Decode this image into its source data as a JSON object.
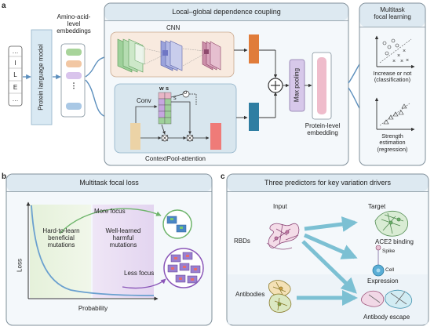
{
  "panels": {
    "a": {
      "label": "a",
      "residues": [
        "…",
        "I",
        "L",
        "E",
        "…"
      ],
      "plm_label": "Protein language model",
      "embeddings_label": "Amino-acid-\nlevel\nembeddings",
      "coupling_title": "Local–global dependence coupling",
      "cnn_label": "CNN",
      "conv_label": "Conv",
      "w_label": "w",
      "s_label": "s",
      "s_sub_label": "s",
      "sigma_label": "σ",
      "ctxpool_label": "ContextPool-attention",
      "maxpool_label": "Max pooling",
      "protein_emb_label": "Protein-level\nembedding",
      "mtfl_title": "Multitask\nfocal learning",
      "classification_label": "Increase or not\n(classification)",
      "regression_label": "Strength\nestimation\n(regression)"
    },
    "b": {
      "label": "b",
      "title": "Multitask focal loss",
      "more_focus": "More focus",
      "hard_label": "Hard-to-learn\nbeneficial\nmutations",
      "well_label": "Well-learned\nharmful\nmutations",
      "less_focus": "Less focus",
      "y_axis": "Loss",
      "x_axis": "Probability"
    },
    "c": {
      "label": "c",
      "title": "Three predictors for key variation drivers",
      "input_header": "Input",
      "target_header": "Target",
      "rbds": "RBDs",
      "antibodies": "Antibodies",
      "ace2": "ACE2 binding",
      "spike": "Spike",
      "cell": "Cell",
      "expression": "Expression",
      "escape": "Antibody escape"
    }
  },
  "colors": {
    "panel_border": "#7f8f9a",
    "panel_fill": "#f4f8fb",
    "title_fill": "#dde9f1",
    "plm_fill": "#d9e9f3",
    "arrow_blue": "#5c8fbd",
    "cnn_fill": "#f8eadf",
    "attn_fill": "#d8e6ee",
    "orange": "#e07c3a",
    "teal": "#2f7ea2",
    "pink": "#e8b5c6",
    "beige": "#ecd3a6",
    "salmon": "#ef7b78",
    "green": "#6db46a",
    "purple": "#8a56b8",
    "loss_curve": "#6aa0cf",
    "green_zone": "#e7f2dc",
    "purple_zone": "#e9e0f2",
    "target_arrow": "#7cc0d3"
  }
}
